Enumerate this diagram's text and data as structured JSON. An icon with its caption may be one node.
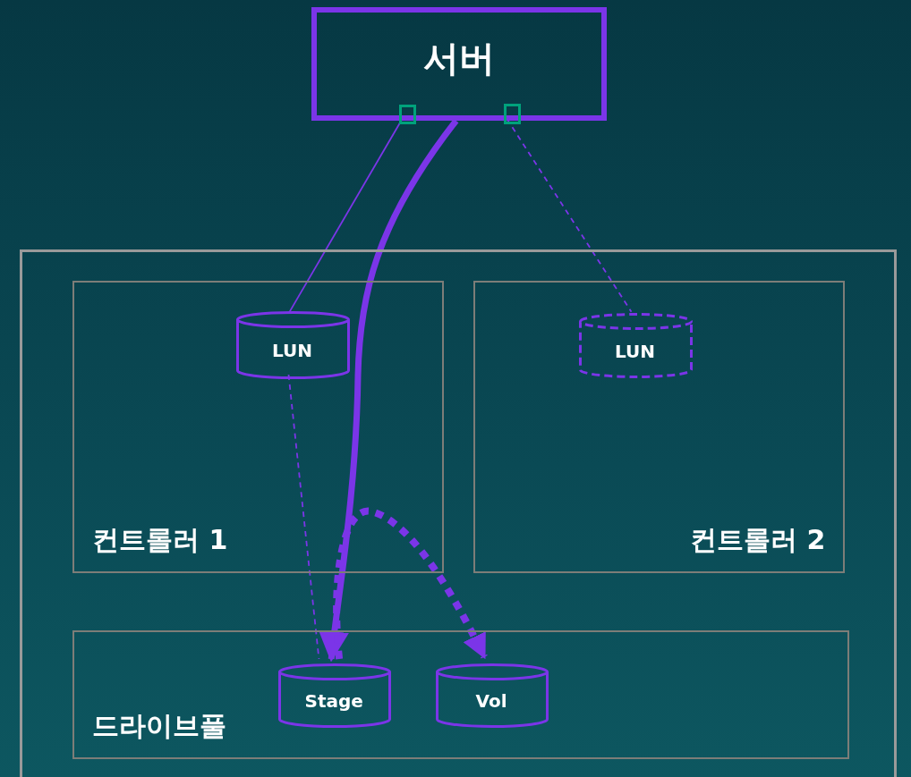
{
  "diagram": {
    "nodes": [
      {
        "text": [
          "서버"
        ]
      },
      {
        "text": [],
        "shape": "box",
        "in": 0
      },
      {
        "text": [],
        "shape": "box",
        "in": 0
      },
      {
        "text": [],
        "shape": "box"
      },
      {
        "text": [
          "컨트롤러 1"
        ],
        "in": 3
      },
      {
        "text": [
          "LUN"
        ],
        "in": 4
      },
      {
        "text": [
          "컨트롤러 2"
        ],
        "in": 3
      },
      {
        "text": [
          "LUN"
        ],
        "in": 6
      },
      {
        "text": [
          "드라이브풀"
        ],
        "in": 3
      },
      {
        "text": [
          "Stage"
        ],
        "in": 8
      },
      {
        "text": [
          "Vol"
        ],
        "in": 8
      }
    ],
    "edges": [
      {
        "from": 1,
        "to": 5,
        "arrow": "none"
      },
      {
        "from": 0,
        "to": 9,
        "arrow": "to",
        "style": "thick"
      },
      {
        "from": 2,
        "to": 7,
        "arrow": "none",
        "style": "dashed"
      },
      {
        "from": 5,
        "to": 9,
        "arrow": "none",
        "style": "dashed"
      },
      {
        "from": 9,
        "to": 10,
        "arrow": "to",
        "style": "dashed"
      }
    ]
  }
}
